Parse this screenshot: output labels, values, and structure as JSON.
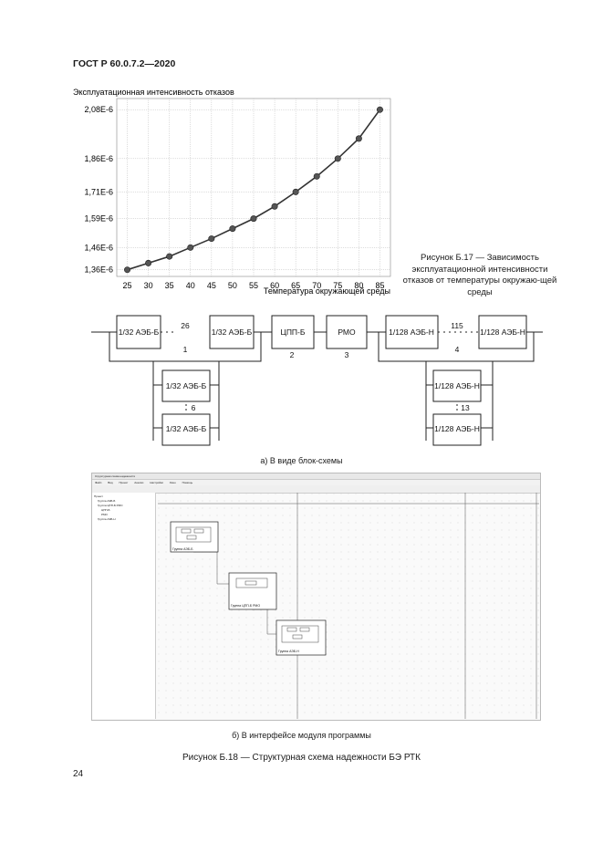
{
  "header": {
    "standard": "ГОСТ Р 60.0.7.2—2020"
  },
  "chart_data": {
    "type": "line",
    "title": "",
    "ylabel": "Эксплуатационная интенсивность отказов",
    "xlabel": "Температура окружающей среды",
    "x": [
      25,
      30,
      35,
      40,
      45,
      50,
      55,
      60,
      65,
      70,
      75,
      80,
      85
    ],
    "values": [
      1.36e-06,
      1.39e-06,
      1.42e-06,
      1.46e-06,
      1.5e-06,
      1.545e-06,
      1.59e-06,
      1.645e-06,
      1.71e-06,
      1.78e-06,
      1.86e-06,
      1.95e-06,
      2.08e-06
    ],
    "y_ticks": [
      "1,36E-6",
      "1,46E-6",
      "1,59E-6",
      "1,71E-6",
      "1,86E-6",
      "2,08E-6"
    ],
    "y_tick_values": [
      1.36e-06,
      1.46e-06,
      1.59e-06,
      1.71e-06,
      1.86e-06,
      2.08e-06
    ],
    "x_ticks": [
      "25",
      "30",
      "35",
      "40",
      "45",
      "50",
      "55",
      "60",
      "65",
      "70",
      "75",
      "80",
      "85"
    ],
    "ylim": [
      1.33e-06,
      2.13e-06
    ],
    "grid": true
  },
  "figure17": {
    "caption": "Рисунок Б.17 — Зависимость эксплуатационной интенсивности отказов от температуры окружаю-щей среды"
  },
  "block_diagram": {
    "aeb_b": "1/32 АЭБ-Б",
    "aeb_n": "1/128 АЭБ-Н",
    "cpp": "ЦПП-Б",
    "rmo": "РМО",
    "n26": "26",
    "n1": "1",
    "n2": "2",
    "n3": "3",
    "n115": "115",
    "n4": "4",
    "n6": "6",
    "n13": "13",
    "caption": "а) В виде блок-схемы"
  },
  "screenshot": {
    "title": "Структурная схема надежности",
    "menu": [
      "Файл",
      "Вид",
      "Проект",
      "Анализ",
      "Настройки",
      "Окно",
      "Помощь"
    ],
    "tree": [
      "Проект",
      "Группа АЭБ-Б",
      "Группа ЦПП-Б РМО",
      "ЦПП-Б",
      "РМО",
      "Группа АЭБ-Н"
    ],
    "group1": "Группа АЭБ-Б",
    "group2": "Группа ЦПП-Б РМО",
    "group3": "Группа АЭБ-Н",
    "caption": "б) В интерфейсе модуля программы"
  },
  "figure18": {
    "caption": "Рисунок Б.18 — Структурная схема надежности БЭ РТК"
  },
  "page_number": "24"
}
